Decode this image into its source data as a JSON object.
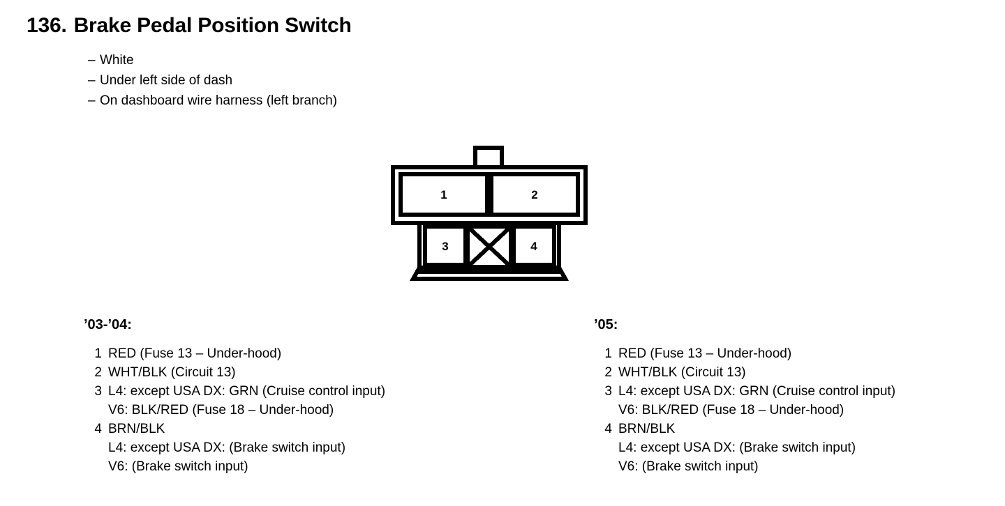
{
  "header": {
    "item_number": "136.",
    "title": "Brake Pedal Position Switch"
  },
  "attributes": {
    "dash": "–",
    "items": [
      "White",
      "Under left side of dash",
      "On dashboard wire harness (left branch)"
    ]
  },
  "connector": {
    "name": "4-cavity connector face view",
    "cavities": [
      {
        "number": "1",
        "row": "upper",
        "position": "left"
      },
      {
        "number": "2",
        "row": "upper",
        "position": "right"
      },
      {
        "number": "3",
        "row": "lower",
        "position": "left"
      },
      {
        "number": "4",
        "row": "lower",
        "position": "right"
      }
    ],
    "blocked_cavity_marker": "X",
    "locking_tab": "top-center-tab"
  },
  "pin_tables": [
    {
      "heading": "’03-’04:",
      "pins": [
        {
          "number": "1",
          "lines": [
            "RED (Fuse 13 – Under-hood)"
          ]
        },
        {
          "number": "2",
          "lines": [
            "WHT/BLK (Circuit 13)"
          ]
        },
        {
          "number": "3",
          "lines": [
            "L4: except USA DX: GRN (Cruise control input)",
            "V6: BLK/RED (Fuse 18 – Under-hood)"
          ]
        },
        {
          "number": "4",
          "lines": [
            "BRN/BLK",
            "L4: except USA DX: (Brake switch input)",
            "V6: (Brake switch input)"
          ]
        }
      ]
    },
    {
      "heading": "’05:",
      "pins": [
        {
          "number": "1",
          "lines": [
            "RED (Fuse 13 – Under-hood)"
          ]
        },
        {
          "number": "2",
          "lines": [
            "WHT/BLK (Circuit 13)"
          ]
        },
        {
          "number": "3",
          "lines": [
            "L4: except USA DX: GRN (Cruise control input)",
            "V6: BLK/RED (Fuse 18 – Under-hood)"
          ]
        },
        {
          "number": "4",
          "lines": [
            "BRN/BLK",
            "L4: except USA DX: (Brake switch input)",
            "V6: (Brake switch input)"
          ]
        }
      ]
    }
  ],
  "colors": {
    "ink": "#000000",
    "paper": "#ffffff"
  }
}
